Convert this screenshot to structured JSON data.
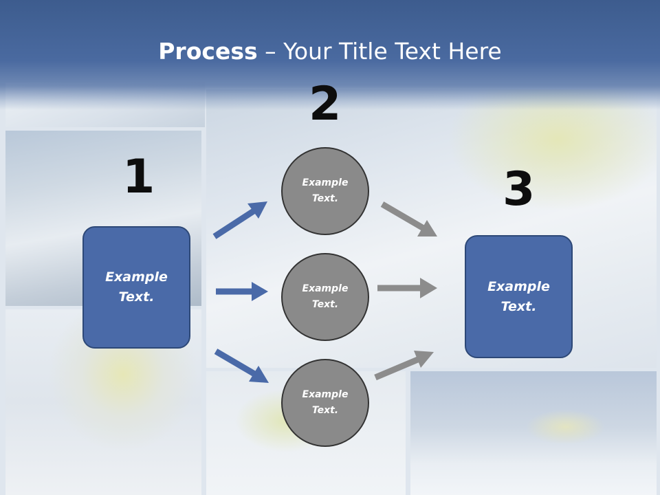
{
  "slide": {
    "title_bold": "Process",
    "title_rest": " – Your Title Text Here",
    "steps": {
      "one": "1",
      "two": "2",
      "three": "3"
    },
    "left_box": {
      "line1": "Example",
      "line2": "Text."
    },
    "right_box": {
      "line1": "Example",
      "line2": "Text."
    },
    "circles": [
      {
        "line1": "Example",
        "line2": "Text."
      },
      {
        "line1": "Example",
        "line2": "Text."
      },
      {
        "line1": "Example",
        "line2": "Text."
      }
    ]
  },
  "colors": {
    "header": "#4a6aa0",
    "box_fill": "#4a6aa8",
    "circle_fill": "#8a8a8a",
    "blue_arrow": "#4a6aa8",
    "gray_arrow": "#8c8c8c"
  }
}
